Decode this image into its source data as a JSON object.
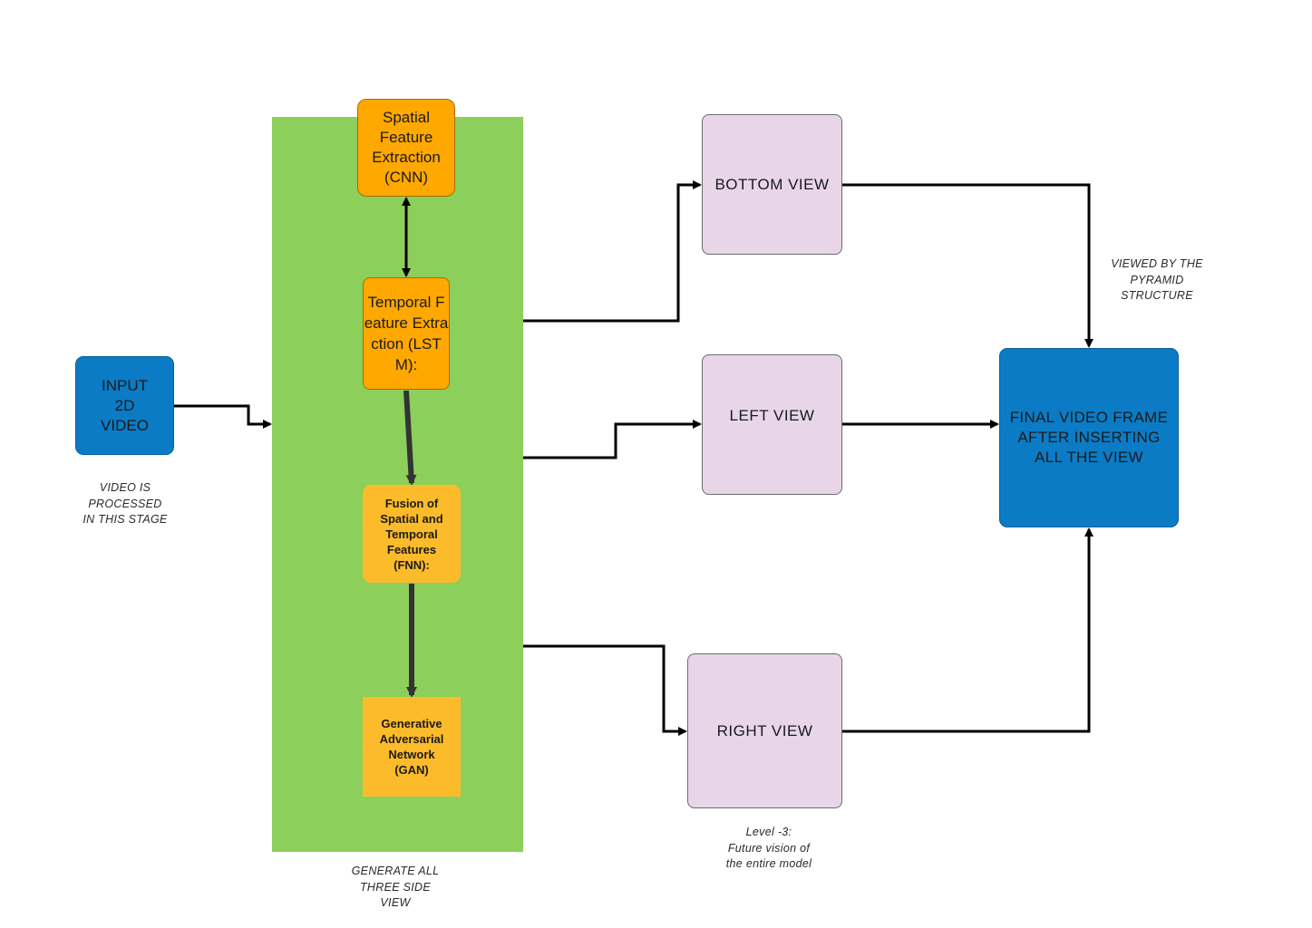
{
  "diagram": {
    "input_node": {
      "label": "INPUT\n2D\nVIDEO",
      "color": "#0b7bc5"
    },
    "input_note": "VIDEO IS\nPROCESSED\nIN THIS STAGE",
    "panel": {
      "color": "#8ccf5a",
      "note": "GENERATE ALL\nTHREE SIDE\nVIEW"
    },
    "spatial_node": {
      "label": "Spatial\nFeature\nExtraction\n(CNN)",
      "color": "#ffa800"
    },
    "temporal_node": {
      "label": "Temporal Feature Extraction (LSTM):",
      "color": "#ffa800"
    },
    "fusion_node": {
      "label": "Fusion of\nSpatial and\nTemporal\nFeatures\n(FNN):",
      "color": "#fbbb2a"
    },
    "gan_node": {
      "label": "Generative\nAdversarial\nNetwork\n(GAN)",
      "color": "#fbbb2a"
    },
    "views": {
      "bottom": "BOTTOM VIEW",
      "left": "LEFT VIEW",
      "right": "RIGHT VIEW",
      "color": "#e8d6e8"
    },
    "level_note": "Level -3:\nFuture vision of\nthe entire model",
    "final_node": {
      "label": "FINAL VIDEO FRAME\nAFTER INSERTING\nALL THE VIEW",
      "color": "#0b7bc5"
    },
    "pyramid_note": "VIEWED BY THE\nPYRAMID\nSTRUCTURE"
  }
}
